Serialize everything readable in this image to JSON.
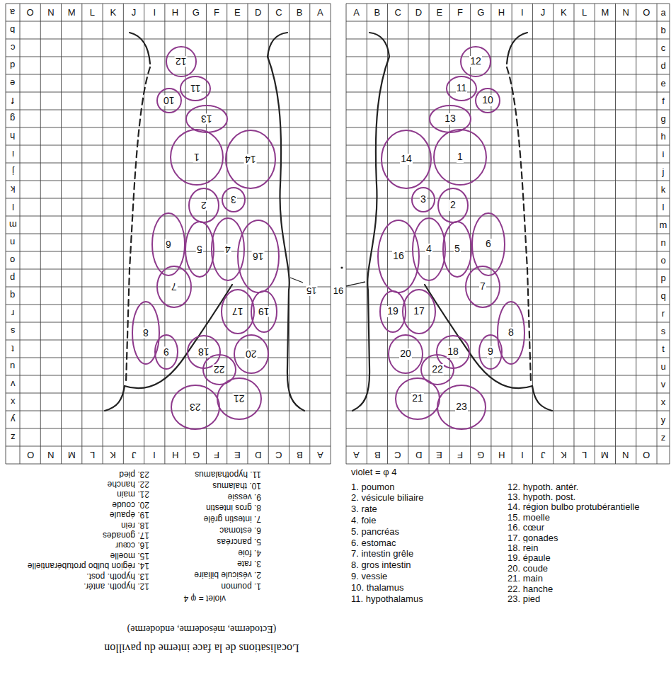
{
  "diagram": {
    "nodes": [
      {
        "text": [
          "1"
        ]
      },
      {
        "text": [
          "2"
        ]
      },
      {
        "text": [
          "3"
        ]
      },
      {
        "text": [
          "4"
        ]
      },
      {
        "text": [
          "5"
        ]
      },
      {
        "text": [
          "6"
        ]
      },
      {
        "text": [
          "7"
        ]
      },
      {
        "text": [
          "8"
        ]
      },
      {
        "text": [
          "9"
        ]
      },
      {
        "text": [
          "10"
        ]
      },
      {
        "text": [
          "11"
        ]
      },
      {
        "text": [
          "12"
        ]
      },
      {
        "text": [
          "13"
        ]
      },
      {
        "text": [
          "14"
        ]
      },
      {
        "text": [
          "16"
        ]
      },
      {
        "text": [
          "17"
        ]
      },
      {
        "text": [
          "18"
        ]
      },
      {
        "text": [
          "19"
        ]
      },
      {
        "text": [
          "20"
        ]
      },
      {
        "text": [
          "21"
        ]
      },
      {
        "text": [
          "22"
        ]
      },
      {
        "text": [
          "23"
        ]
      },
      {
        "text": [
          "1"
        ]
      },
      {
        "text": [
          "2"
        ]
      },
      {
        "text": [
          "3"
        ]
      },
      {
        "text": [
          "4"
        ]
      },
      {
        "text": [
          "5"
        ]
      },
      {
        "text": [
          "6"
        ]
      },
      {
        "text": [
          "7"
        ]
      },
      {
        "text": [
          "8"
        ]
      },
      {
        "text": [
          "9"
        ]
      },
      {
        "text": [
          "10"
        ]
      },
      {
        "text": [
          "11"
        ]
      },
      {
        "text": [
          "12"
        ]
      },
      {
        "text": [
          "13"
        ]
      },
      {
        "text": [
          "14"
        ]
      },
      {
        "text": [
          "16"
        ]
      },
      {
        "text": [
          "17"
        ]
      },
      {
        "text": [
          "18"
        ]
      },
      {
        "text": [
          "19"
        ]
      },
      {
        "text": [
          "20"
        ]
      },
      {
        "text": [
          "21"
        ]
      },
      {
        "text": [
          "22"
        ]
      },
      {
        "text": [
          "23"
        ]
      }
    ],
    "labels": [
      "O",
      "N",
      "M",
      "L",
      "K",
      "J",
      "I",
      "H",
      "G",
      "F",
      "E",
      "D",
      "C",
      "B",
      "A",
      "A",
      "B",
      "C",
      "D",
      "E",
      "F",
      "G",
      "H",
      "I",
      "J",
      "K",
      "L",
      "M",
      "N",
      "O",
      "a",
      "b",
      "c",
      "d",
      "e",
      "f",
      "g",
      "h",
      "i",
      "j",
      "k",
      "l",
      "m",
      "n",
      "o",
      "p",
      "q",
      "r",
      "s",
      "t",
      "u",
      "v",
      "x",
      "y",
      "z",
      "a",
      "b",
      "c",
      "d",
      "e",
      "f",
      "g",
      "h",
      "i",
      "j",
      "k",
      "l",
      "m",
      "n",
      "o",
      "p",
      "q",
      "r",
      "s",
      "t",
      "u",
      "v",
      "x",
      "y",
      "z",
      "15",
      "16",
      "O",
      "N",
      "M",
      "L",
      "K",
      "J",
      "I",
      "H",
      "G",
      "F",
      "E",
      "D",
      "C",
      "B",
      "A",
      "A",
      "B",
      "C",
      "D",
      "E",
      "F",
      "G",
      "H",
      "I",
      "J",
      "K",
      "L",
      "M",
      "N",
      "O",
      "violet = φ 4",
      "1. poumon",
      "2. vésicule biliaire",
      "3. rate",
      "4. foie",
      "5. pancréas",
      "6. estomac",
      "7. intestin grêle",
      "8. gros intestin",
      "9. vessie",
      "10. thalamus",
      "11. hypothalamus",
      "12. hypoth. antér.",
      "13. hypoth. post.",
      "14. région bulbo protubérantielle",
      "15. moelle",
      "16. cœur",
      "17. gonades",
      "18. rein",
      "19. épaule",
      "20. coude",
      "21. main",
      "22. hanche",
      "23. pied",
      "Localisations de la face interne du pavillon",
      "(Ectoderme, mésoderme, endoderme)",
      "violet = φ 4",
      "1. poumon",
      "2. vésicule biliaire",
      "3. rate",
      "4. foie",
      "5. pancréas",
      "6. estomac",
      "7. intestin grêle",
      "8. gros intestin",
      "9. vessie",
      "10. thalamus",
      "11. hypothalamus",
      "12. hypoth. antér.",
      "13. hypoth. post.",
      "14. région bulbo protubérantielle",
      "15. moelle",
      "16. cœur",
      "17. gonades",
      "18. rein",
      "19. épaule",
      "20. coude",
      "21. main",
      "22. hanche",
      "23. pied"
    ]
  }
}
